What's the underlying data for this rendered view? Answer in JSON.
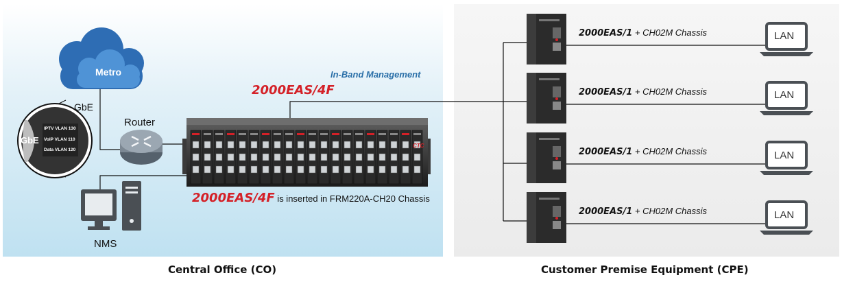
{
  "central_office": {
    "caption": "Central Office (CO)",
    "cloud_label": "Metro",
    "gbe_label": "GbE",
    "router_label": "Router",
    "nms_label": "NMS",
    "inband_label": "In-Band Management",
    "model_top": "2000EAS/4F",
    "model_bottom": "2000EAS/4F",
    "inserted_text": " is inserted in FRM220A-CH20 Chassis",
    "fiber": {
      "gbe": "GbE",
      "vlans": [
        "IPTV VLAN 130",
        "VoIP VLAN 110",
        "Data VLAN 120"
      ]
    },
    "chassis_logo": "CTC"
  },
  "cpe": {
    "caption": "Customer Premise Equipment (CPE)",
    "rows": [
      {
        "model": "2000EAS/1",
        "suffix": " + CH02M Chassis",
        "endpoint": "LAN"
      },
      {
        "model": "2000EAS/1",
        "suffix": " + CH02M Chassis",
        "endpoint": "LAN"
      },
      {
        "model": "2000EAS/1",
        "suffix": " + CH02M Chassis",
        "endpoint": "LAN"
      },
      {
        "model": "2000EAS/1",
        "suffix": " + CH02M Chassis",
        "endpoint": "LAN"
      }
    ]
  },
  "colors": {
    "red": "#d42027",
    "blue": "#2a6fa8",
    "cloud": "#2e6db4"
  }
}
